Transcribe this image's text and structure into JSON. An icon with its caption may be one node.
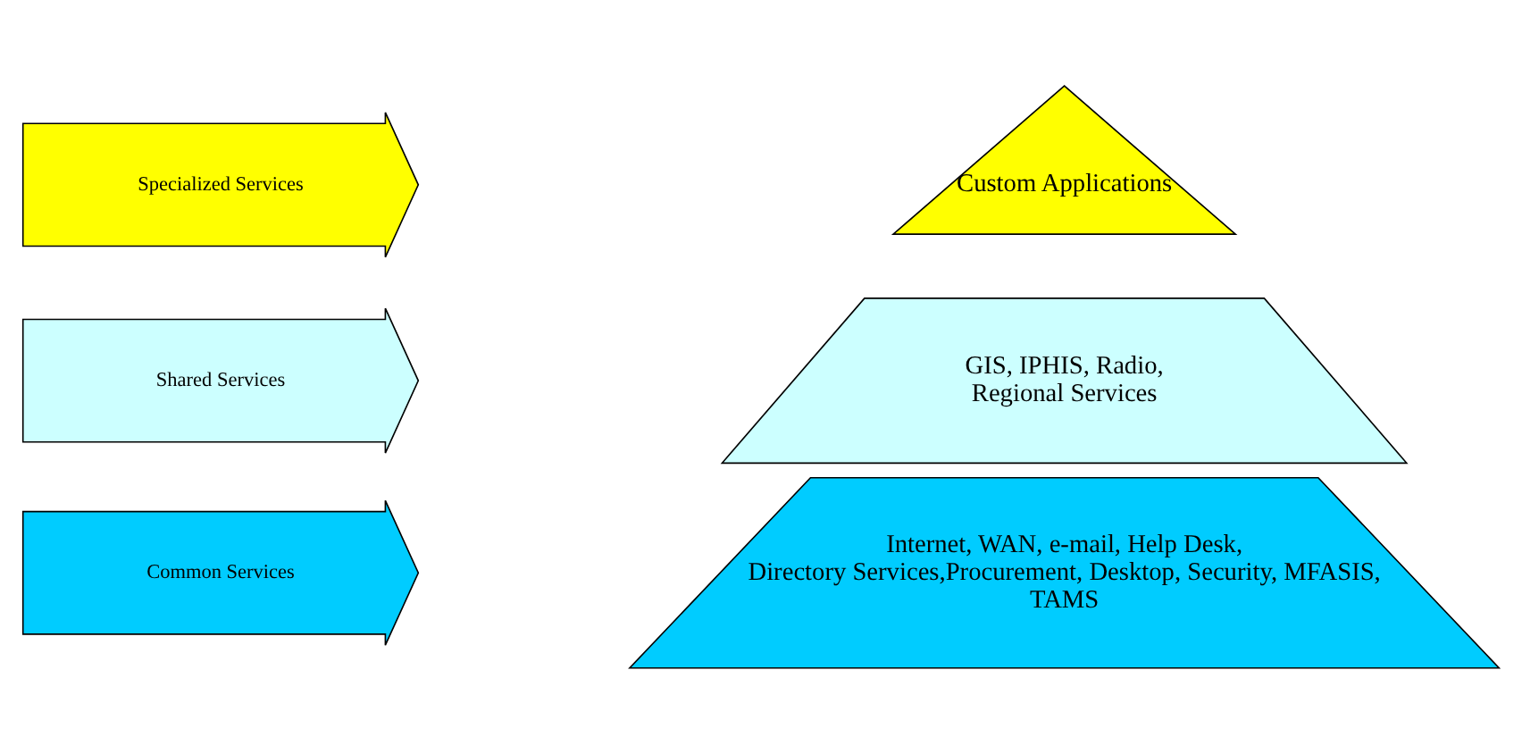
{
  "diagram": {
    "nodes": [
      {
        "text": [
          "Specialized Services"
        ]
      },
      {
        "text": [
          "Shared Services"
        ]
      },
      {
        "text": [
          "Common Services"
        ]
      },
      {
        "text": [
          "Custom Applications"
        ]
      },
      {
        "text": [
          "GIS, IPHIS, Radio, Regional Services"
        ]
      },
      {
        "text": [
          "Internet, WAN, e-mail, Help Desk,  Directory Services,Procurement, Desktop, Security, MFASIS, TAMS"
        ]
      }
    ]
  }
}
